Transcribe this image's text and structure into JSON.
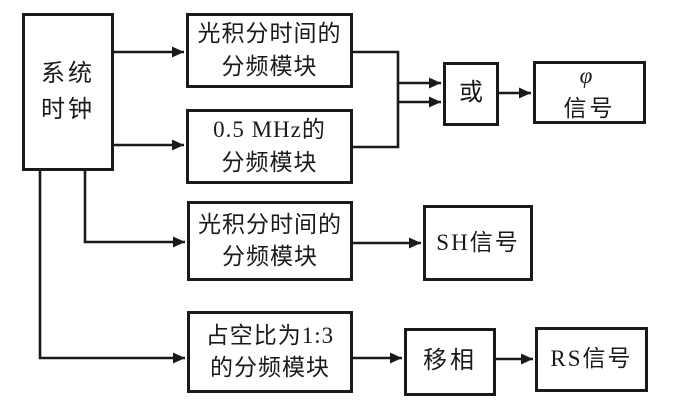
{
  "diagram": {
    "background_color": "#ffffff",
    "line_color": "#1a1a1a",
    "nodes": {
      "system_clock": {
        "lines": [
          "系统",
          "时钟"
        ]
      },
      "optical_integration_divider_top": {
        "lines": [
          "光积分时间的",
          "分频模块"
        ]
      },
      "mhz_divider": {
        "lines": [
          "0.5 MHz的",
          "分频模块"
        ]
      },
      "or_gate": {
        "label": "或"
      },
      "phi_signal": {
        "phi": "φ",
        "suffix": "信号"
      },
      "optical_integration_divider_mid": {
        "lines": [
          "光积分时间的",
          "分频模块"
        ]
      },
      "sh_signal": {
        "label": "SH信号"
      },
      "duty_cycle_divider": {
        "lines": [
          "占空比为1:3",
          "的分频模块"
        ]
      },
      "phase_shift": {
        "label": "移相"
      },
      "rs_signal": {
        "label": "RS信号"
      }
    }
  }
}
